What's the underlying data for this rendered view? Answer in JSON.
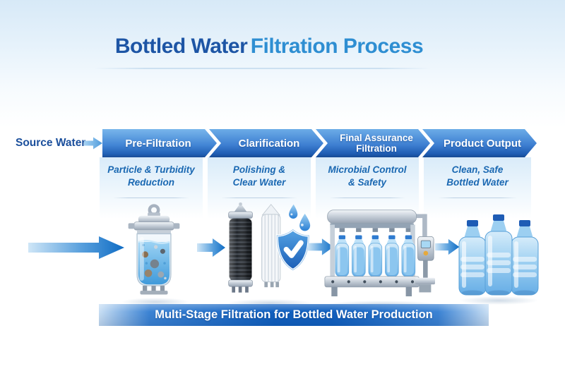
{
  "title": {
    "part1": "Bottled Water",
    "part2": "Filtration Process"
  },
  "flow": {
    "source_label": "Source Water",
    "stages": [
      {
        "label": "Pre-Filtration",
        "subtitle_line1": "Particle & Turbidity",
        "subtitle_line2": "Reduction",
        "illustration": "sediment-filter-canister"
      },
      {
        "label": "Clarification",
        "subtitle_line1": "Polishing &",
        "subtitle_line2": "Clear Water",
        "illustration": "carbon-and-pleated-filters-with-safety-shield"
      },
      {
        "label": "Final Assurance Filtration",
        "subtitle_line1": "Microbial Control",
        "subtitle_line2": "& Safety",
        "illustration": "bottle-filling-machine"
      },
      {
        "label": "Product Output",
        "subtitle_line1": "Clean, Safe",
        "subtitle_line2": "Bottled Water",
        "illustration": "three-bottled-water-products"
      }
    ]
  },
  "banner": {
    "text": "Multi-Stage Filtration for Bottled Water Production"
  },
  "icons": {
    "source_arrow": "right-arrow",
    "flow_arrows": "right-arrow",
    "shield": "shield-with-checkmark",
    "droplets": "water-droplets"
  },
  "colors": {
    "title_primary": "#1d55a5",
    "title_accent": "#2e8ed2",
    "chevron_top": "#6cace8",
    "chevron_bottom": "#174a92",
    "subtitle_text": "#1a68b2",
    "banner_blue": "#1160bf",
    "arrow_blue": "#0f6cc4",
    "background_top": "#d7e9f7"
  }
}
